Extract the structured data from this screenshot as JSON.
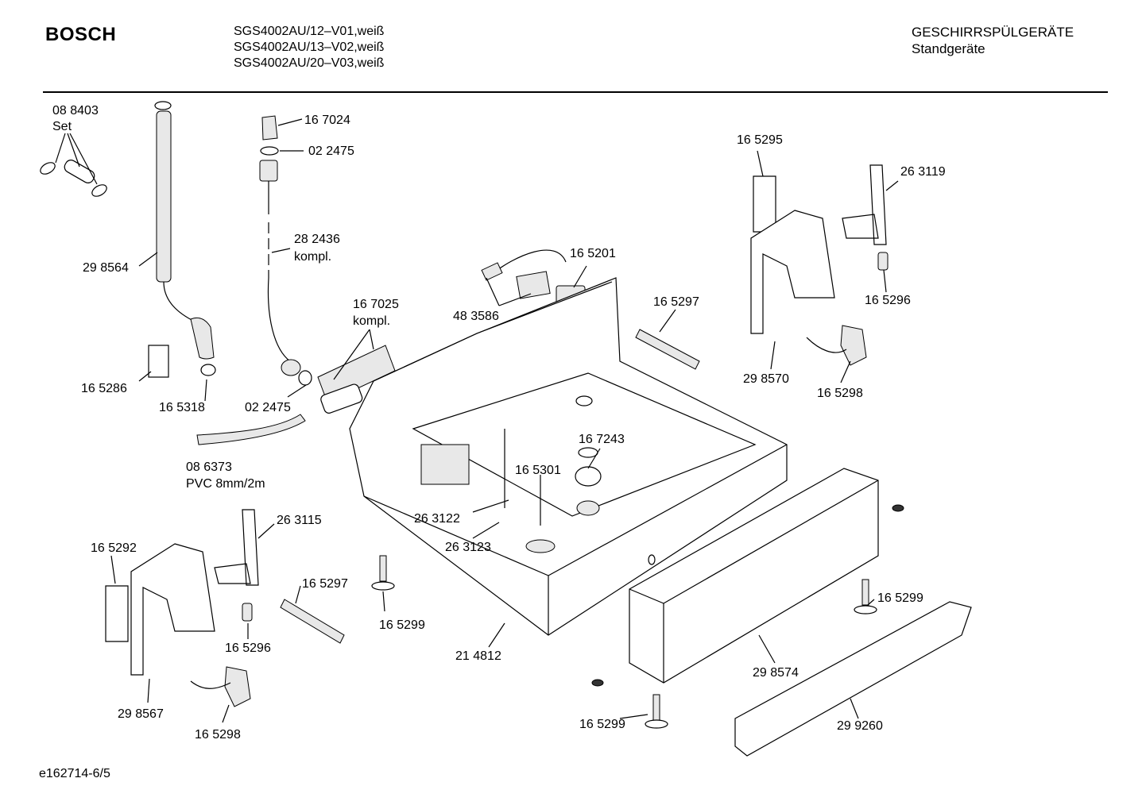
{
  "header": {
    "brand": "BOSCH",
    "models": [
      "SGS4002AU/12–V01,weiß",
      "SGS4002AU/13–V02,weiß",
      "SGS4002AU/20–V03,weiß"
    ],
    "category": "GESCHIRRSPÜLGERÄTE",
    "subcategory": "Standgeräte"
  },
  "footer": {
    "doc_id": "e162714-6/5"
  },
  "labels": [
    {
      "id": "l1",
      "lines": [
        "08 8403",
        "Set"
      ]
    },
    {
      "id": "l2",
      "lines": [
        "29 8564"
      ]
    },
    {
      "id": "l3",
      "lines": [
        "16 7024"
      ]
    },
    {
      "id": "l4",
      "lines": [
        "02 2475"
      ]
    },
    {
      "id": "l5",
      "lines": [
        "28 2436",
        "kompl."
      ]
    },
    {
      "id": "l6",
      "lines": [
        "16 7025",
        "kompl."
      ]
    },
    {
      "id": "l7",
      "lines": [
        "16 5286"
      ]
    },
    {
      "id": "l8",
      "lines": [
        "16 5318"
      ]
    },
    {
      "id": "l9",
      "lines": [
        "02 2475"
      ]
    },
    {
      "id": "l10",
      "lines": [
        "08 6373",
        "PVC 8mm/2m"
      ]
    },
    {
      "id": "l11",
      "lines": [
        "16 5201"
      ]
    },
    {
      "id": "l12",
      "lines": [
        "48 3586"
      ]
    },
    {
      "id": "l13",
      "lines": [
        "16 5297"
      ]
    },
    {
      "id": "l14",
      "lines": [
        "16 5295"
      ]
    },
    {
      "id": "l15",
      "lines": [
        "26 3119"
      ]
    },
    {
      "id": "l16",
      "lines": [
        "16 5296"
      ]
    },
    {
      "id": "l17",
      "lines": [
        "29 8570"
      ]
    },
    {
      "id": "l18",
      "lines": [
        "16 5298"
      ]
    },
    {
      "id": "l19",
      "lines": [
        "16 7243"
      ]
    },
    {
      "id": "l20",
      "lines": [
        "16 5301"
      ]
    },
    {
      "id": "l21",
      "lines": [
        "26 3122"
      ]
    },
    {
      "id": "l22",
      "lines": [
        "26 3123"
      ]
    },
    {
      "id": "l23",
      "lines": [
        "26 3115"
      ]
    },
    {
      "id": "l24",
      "lines": [
        "16 5292"
      ]
    },
    {
      "id": "l25",
      "lines": [
        "16 5297"
      ]
    },
    {
      "id": "l26",
      "lines": [
        "16 5296"
      ]
    },
    {
      "id": "l27",
      "lines": [
        "29 8567"
      ]
    },
    {
      "id": "l28",
      "lines": [
        "16 5298"
      ]
    },
    {
      "id": "l29",
      "lines": [
        "16 5299"
      ]
    },
    {
      "id": "l30",
      "lines": [
        "21 4812"
      ]
    },
    {
      "id": "l31",
      "lines": [
        "16 5299"
      ]
    },
    {
      "id": "l32",
      "lines": [
        "29 8574"
      ]
    },
    {
      "id": "l33",
      "lines": [
        "16 5299"
      ]
    },
    {
      "id": "l34",
      "lines": [
        "29 9260"
      ]
    }
  ]
}
